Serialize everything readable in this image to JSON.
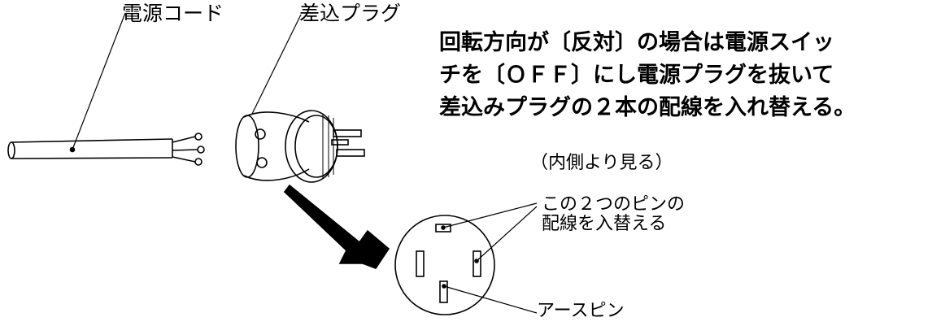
{
  "labels": {
    "cord": "電源コード",
    "plug": "差込プラグ",
    "view": "（内側より見る）",
    "swap_line1": "この２つのピンの",
    "swap_line2": "配線を入替える",
    "earth": "アースピン"
  },
  "instruction": {
    "line1": "回転方向が〔反対〕の場合は電源スイッ",
    "line2": "チを〔ＯＦＦ〕にし電源プラグを抜いて",
    "line3": "差込みプラグの２本の配線を入れ替える。"
  }
}
